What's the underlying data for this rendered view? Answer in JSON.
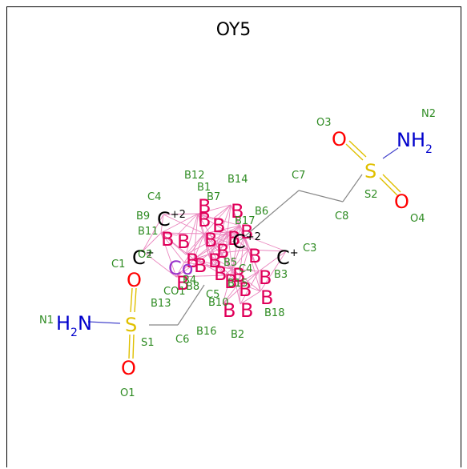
{
  "title": "OY5",
  "colors": {
    "oxygen": "#ff0000",
    "nitrogen": "#0000cc",
    "sulfur": "#e0c000",
    "boron": "#e0005a",
    "carbon": "#000000",
    "cobalt": "#9933cc",
    "label": "#2e8b22",
    "bond_gray": "#888888",
    "bond_pink": "#e87ab8"
  },
  "groups": {
    "left_sulfonamide": {
      "nh2": "H2N",
      "s": "S",
      "o_top": "O",
      "o_bottom": "O"
    },
    "right_sulfonamide": {
      "nh2": "NH2",
      "s": "S",
      "o_left": "O",
      "o_right": "O"
    },
    "cluster_atoms": {
      "boron": "B",
      "carbon": "C",
      "cobalt": "Co",
      "charge_plus": "+",
      "charge_plus2": "+2"
    }
  },
  "labels": [
    "N1",
    "S1",
    "O1",
    "O2",
    "C1",
    "C6",
    "C5",
    "CO1",
    "B13",
    "B16",
    "B2",
    "B18",
    "B3",
    "C4",
    "B15",
    "B10",
    "B8",
    "B4",
    "B5",
    "B11",
    "B9",
    "C4",
    "B12",
    "B14",
    "B1",
    "B7",
    "B6",
    "B17",
    "C3",
    "C7",
    "C8",
    "S2",
    "O3",
    "O4",
    "N2"
  ]
}
